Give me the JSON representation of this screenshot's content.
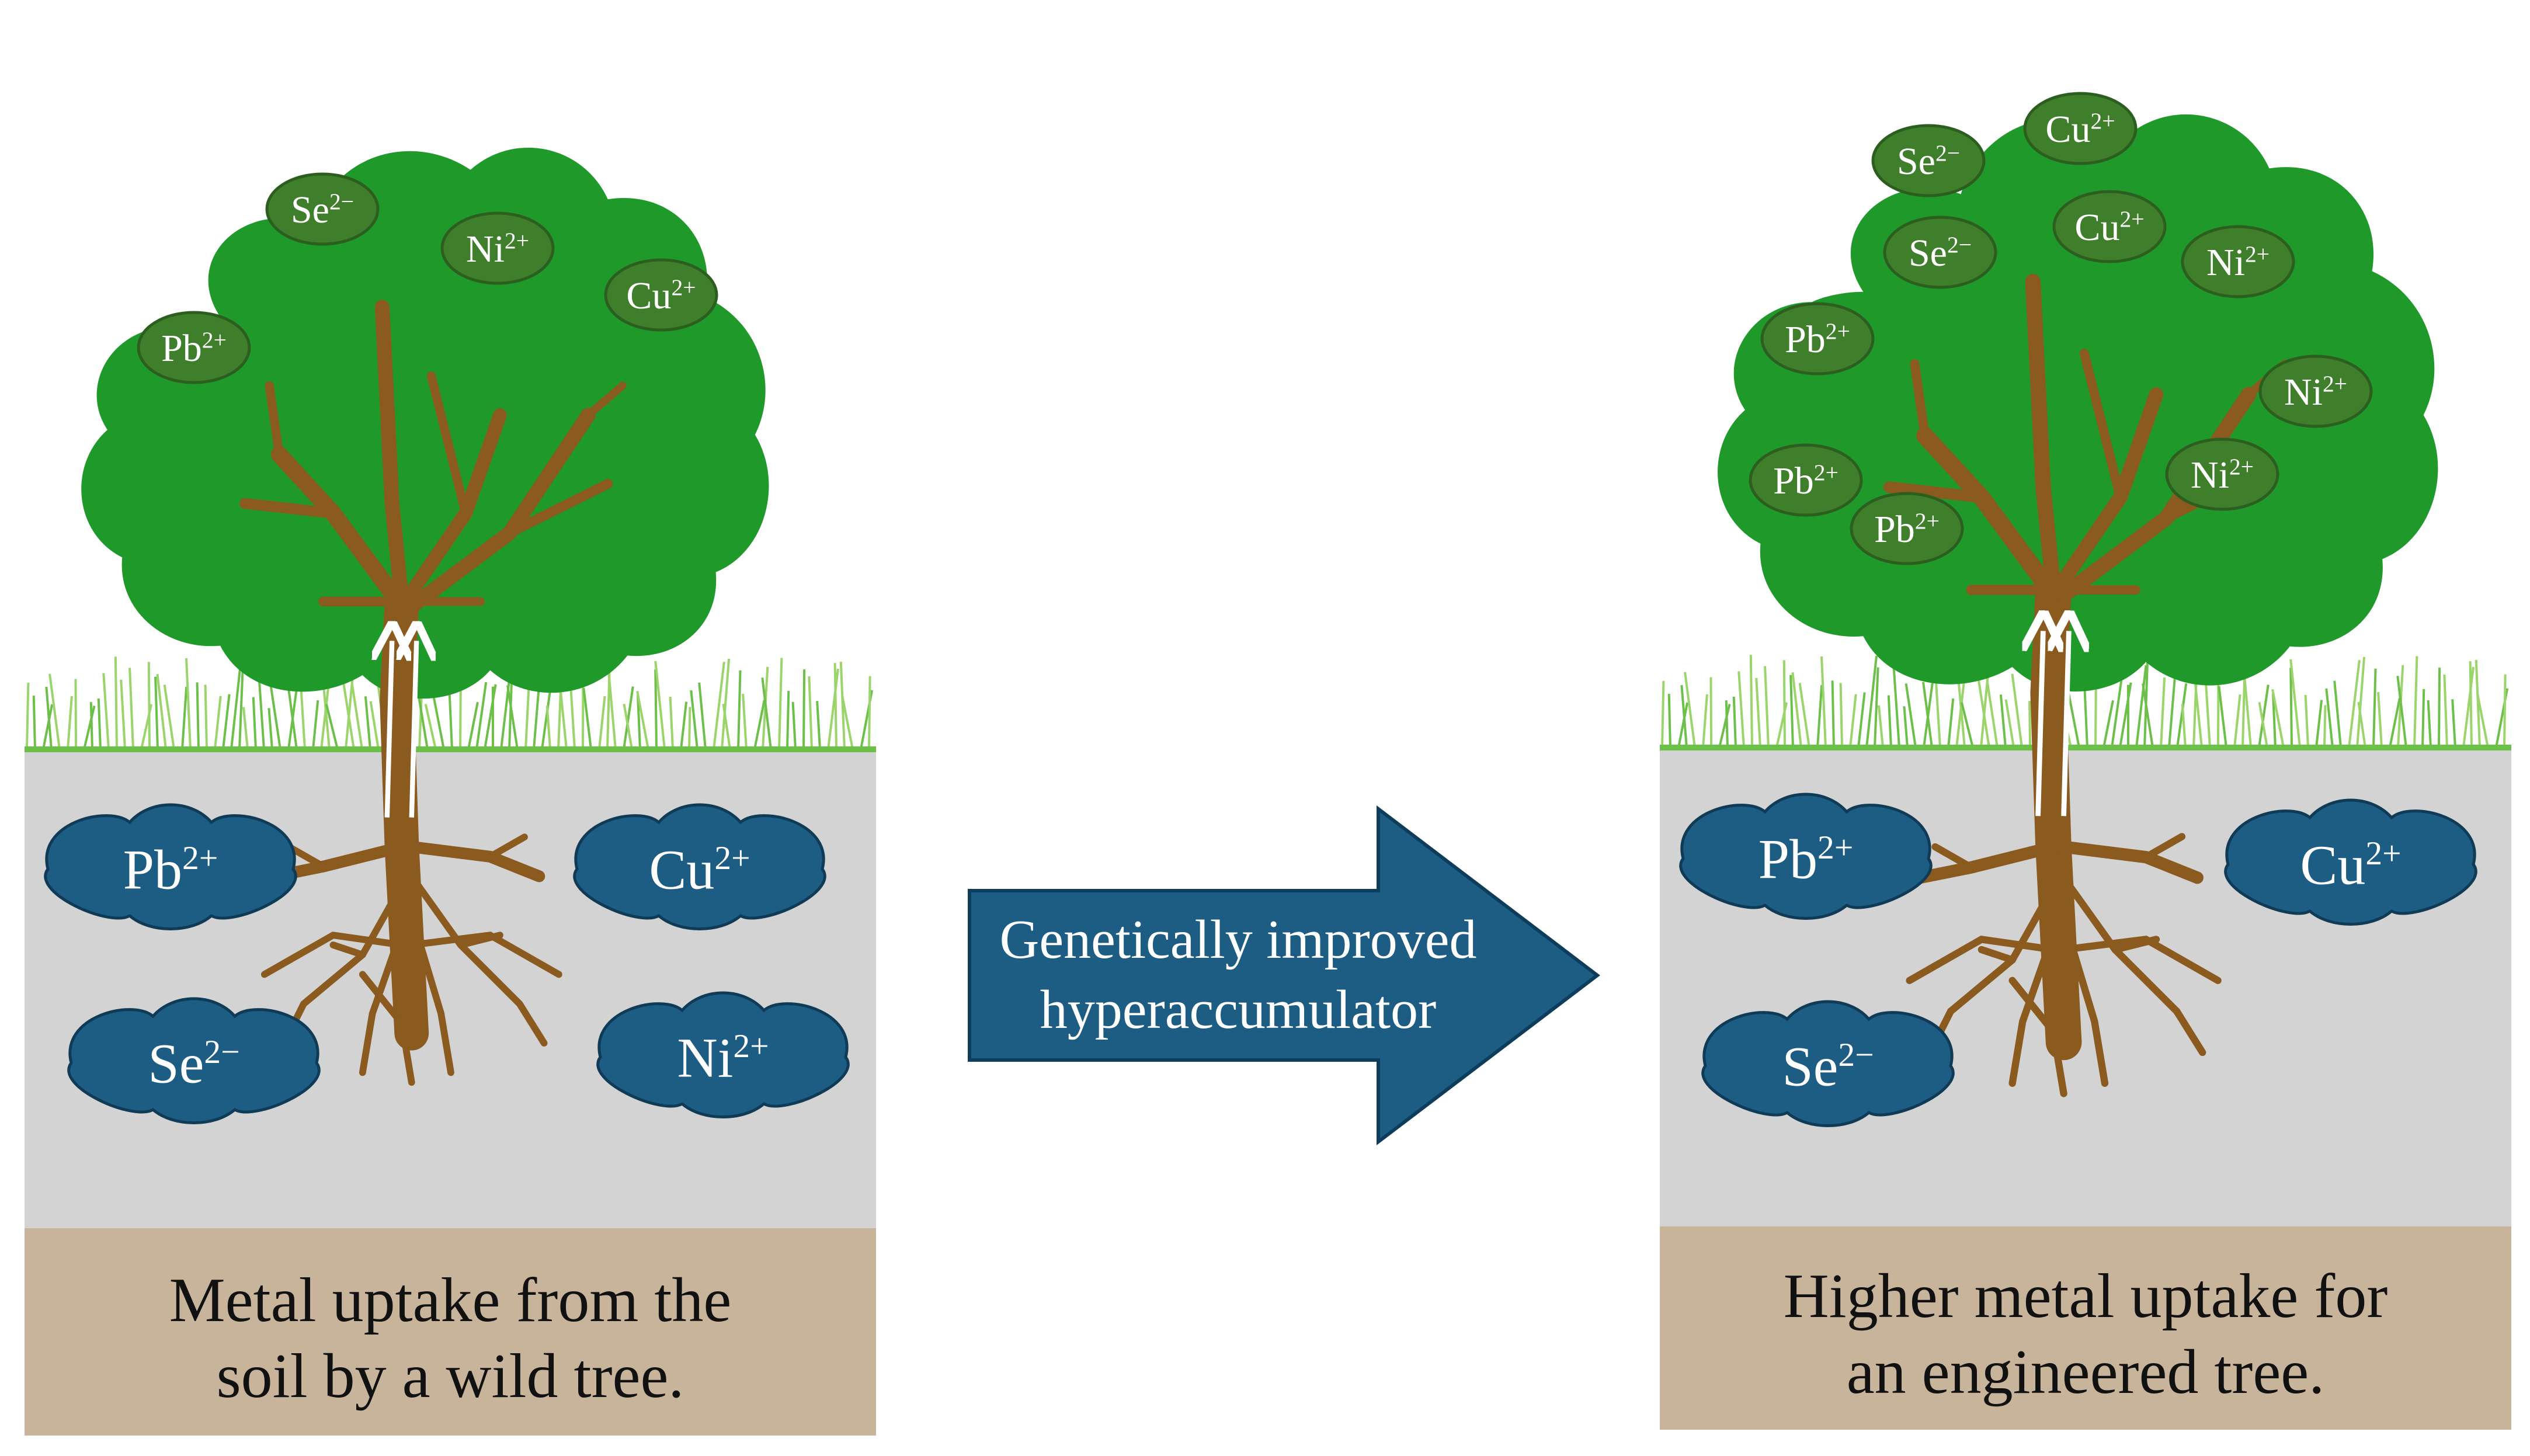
{
  "left_panel": {
    "caption_line1": "Metal uptake from the",
    "caption_line2": "soil by a wild tree.",
    "canopy_ions": [
      {
        "base": "Se",
        "charge": "2−"
      },
      {
        "base": "Ni",
        "charge": "2+"
      },
      {
        "base": "Cu",
        "charge": "2+"
      },
      {
        "base": "Pb",
        "charge": "2+"
      }
    ],
    "soil_ions": [
      {
        "base": "Pb",
        "charge": "2+"
      },
      {
        "base": "Cu",
        "charge": "2+"
      },
      {
        "base": "Se",
        "charge": "2−"
      },
      {
        "base": "Ni",
        "charge": "2+"
      }
    ]
  },
  "arrow": {
    "line1": "Genetically improved",
    "line2": "hyperaccumulator"
  },
  "right_panel": {
    "caption_line1": "Higher metal uptake for",
    "caption_line2": "an engineered tree.",
    "canopy_ions": [
      {
        "base": "Se",
        "charge": "2−"
      },
      {
        "base": "Cu",
        "charge": "2+"
      },
      {
        "base": "Se",
        "charge": "2−"
      },
      {
        "base": "Cu",
        "charge": "2+"
      },
      {
        "base": "Ni",
        "charge": "2+"
      },
      {
        "base": "Pb",
        "charge": "2+"
      },
      {
        "base": "Ni",
        "charge": "2+"
      },
      {
        "base": "Pb",
        "charge": "2+"
      },
      {
        "base": "Ni",
        "charge": "2+"
      },
      {
        "base": "Pb",
        "charge": "2+"
      }
    ],
    "soil_ions": [
      {
        "base": "Pb",
        "charge": "2+"
      },
      {
        "base": "Cu",
        "charge": "2+"
      },
      {
        "base": "Se",
        "charge": "2−"
      }
    ]
  },
  "colors": {
    "canopy": "#1f9a2a",
    "canopy_ion": "#3f7f2c",
    "trunk": "#8b5a1e",
    "soil": "#d3d3d3",
    "bedrock": "#c8b49a",
    "grass": "#6cc04a",
    "soil_ion": "#1d5d84",
    "arrow": "#1d5d84"
  }
}
